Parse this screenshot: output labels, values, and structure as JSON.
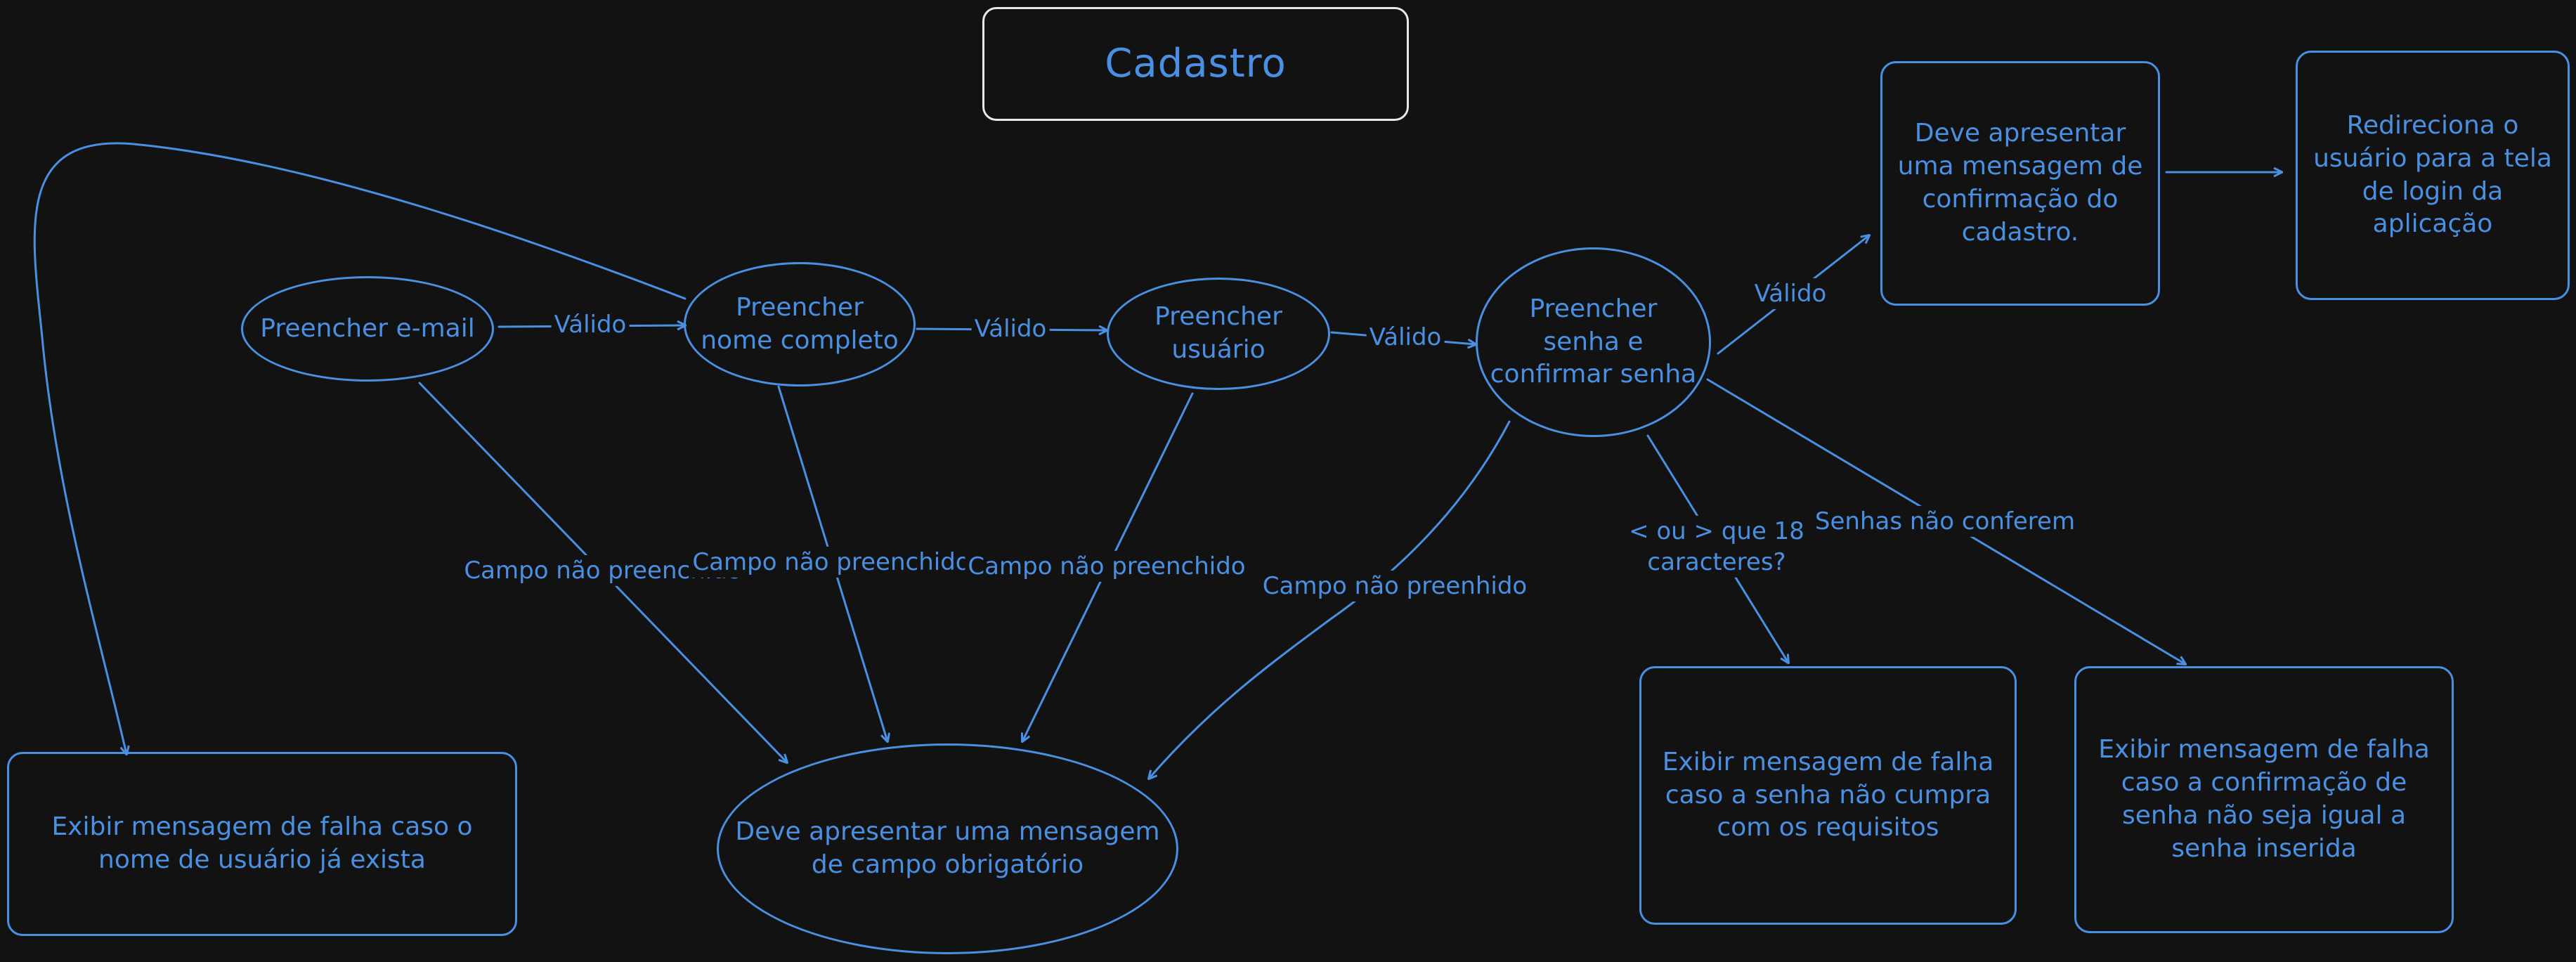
{
  "diagram": {
    "title": "Cadastro",
    "nodes": {
      "email": "Preencher e-mail",
      "nome": "Preencher nome completo",
      "usuario": "Preencher usuário",
      "senha": "Preencher senha e confirmar senha",
      "campo_obrigatorio": "Deve apresentar uma mensagem de campo obrigatório",
      "confirmacao": "Deve apresentar uma mensagem de confirmação do cadastro.",
      "redireciona": "Redireciona o usuário para a tela de login da aplicação",
      "usuario_existe": "Exibir mensagem de falha caso o nome de usuário já exista",
      "falha_requisitos": "Exibir mensagem de falha caso a senha não cumpra com os requisitos",
      "falha_confirmacao": "Exibir mensagem de falha caso a confirmação de senha não seja igual a senha inserida"
    },
    "edge_labels": {
      "valido_1": "Válido",
      "valido_2": "Válido",
      "valido_3": "Válido",
      "valido_4": "Válido",
      "campo_1": "Campo não preenchido",
      "campo_2": "Campo não preenchido",
      "campo_3": "Campo não preenchido",
      "campo_4": "Campo não preenhido",
      "caracteres": "< ou > que 18 caracteres?",
      "senhas": "Senhas não conferem"
    },
    "colors": {
      "stroke": "#4a90e2",
      "title_border": "#e8e8e8",
      "background": "#121212"
    }
  }
}
